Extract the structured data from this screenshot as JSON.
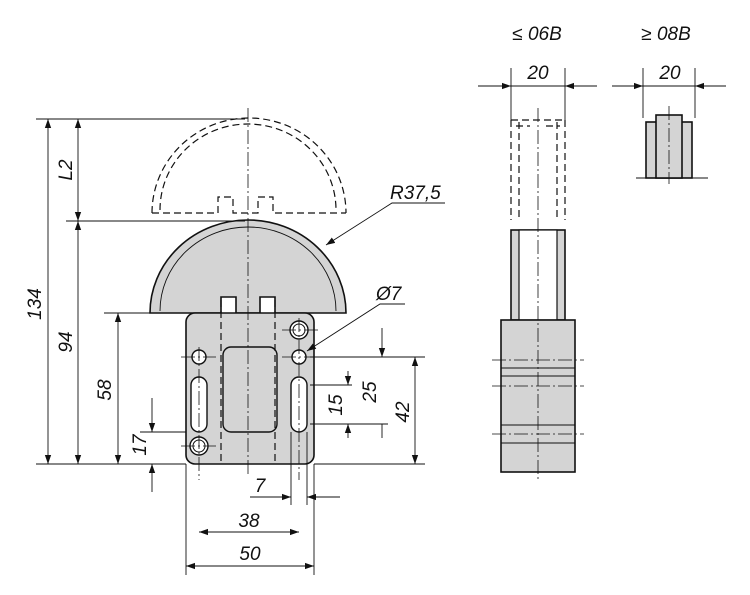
{
  "dimensions": {
    "d134": "134",
    "dL2": "L2",
    "d94": "94",
    "d58": "58",
    "d17": "17",
    "d15": "15",
    "d25": "25",
    "d42": "42",
    "d7": "7",
    "d38": "38",
    "d50": "50",
    "radius": "R37,5",
    "diameter": "Ø7",
    "width_06b": "20",
    "width_08b": "20"
  },
  "variants": {
    "le_06b": "≤ 06B",
    "ge_08b": "≥ 08B"
  }
}
